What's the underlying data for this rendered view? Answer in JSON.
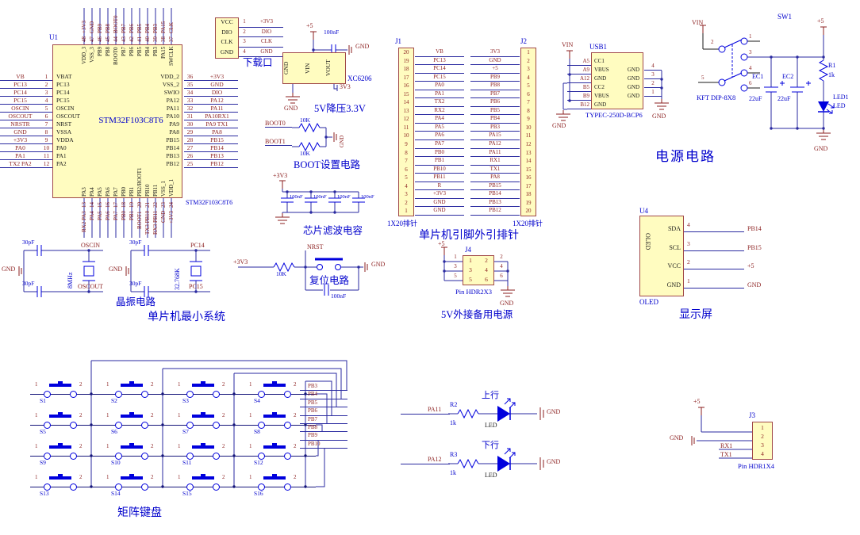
{
  "colors": {
    "wire": "#2a2aa0",
    "net_label": "#8b1f1f",
    "designator_blue": "#0000cc",
    "component_fill": "#fffcc0",
    "symbol_blue": "#0000dd"
  },
  "mcu": {
    "designator": "U1",
    "center_label": "STM32F103C8T6",
    "part_label": "STM32F103C8T6",
    "left_pins": [
      {
        "net": "VB",
        "num": "1",
        "name": "VBAT"
      },
      {
        "net": "PC13",
        "num": "2",
        "name": "PC13"
      },
      {
        "net": "PC14",
        "num": "3",
        "name": "PC14"
      },
      {
        "net": "PC15",
        "num": "4",
        "name": "PC15"
      },
      {
        "net": "OSCIN",
        "num": "5",
        "name": "OSCIN"
      },
      {
        "net": "OSCOUT",
        "num": "6",
        "name": "OSCOUT"
      },
      {
        "net": "NRSTR",
        "num": "7",
        "name": "NRST"
      },
      {
        "net": "GND",
        "num": "8",
        "name": "VSSA"
      },
      {
        "net": "+3V3",
        "num": "9",
        "name": "VDDA"
      },
      {
        "net": "PA0",
        "num": "10",
        "name": "PA0"
      },
      {
        "net": "PA1",
        "num": "11",
        "name": "PA1"
      },
      {
        "net": "TX2 PA2",
        "num": "12",
        "name": "PA2"
      }
    ],
    "top_pins": [
      {
        "net": "+3V3",
        "num": "48",
        "name": "VDD_3"
      },
      {
        "net": "GND",
        "num": "47",
        "name": "VSS_3"
      },
      {
        "net": "PB9",
        "num": "46",
        "name": "PB9"
      },
      {
        "net": "PB8",
        "num": "45",
        "name": "PB8"
      },
      {
        "net": "BOOT0",
        "num": "44",
        "name": "BOOT0"
      },
      {
        "net": "PB7",
        "num": "43",
        "name": "PB7"
      },
      {
        "net": "PB6",
        "num": "42",
        "name": "PB6"
      },
      {
        "net": "PB5",
        "num": "41",
        "name": "PB5"
      },
      {
        "net": "PB4",
        "num": "40",
        "name": "PB4"
      },
      {
        "net": "PB3",
        "num": "39",
        "name": "PB3"
      },
      {
        "net": "PA15",
        "num": "38",
        "name": "PA15"
      },
      {
        "net": "CLK",
        "num": "37",
        "name": "SWCLK"
      }
    ],
    "right_pins": [
      {
        "num": "36",
        "net": "+3V3",
        "name": "VDD_2"
      },
      {
        "num": "35",
        "net": "GND",
        "name": "VSS_2"
      },
      {
        "num": "34",
        "net": "DIO",
        "name": "SWIO"
      },
      {
        "num": "33",
        "net": "PA12",
        "name": "PA12"
      },
      {
        "num": "32",
        "net": "PA11",
        "name": "PA11"
      },
      {
        "num": "31",
        "net": "PA10RX1",
        "name": "PA10"
      },
      {
        "num": "30",
        "net": "PA9 TX1",
        "name": "PA9"
      },
      {
        "num": "29",
        "net": "PA8",
        "name": "PA8"
      },
      {
        "num": "28",
        "net": "PB15",
        "name": "PB15"
      },
      {
        "num": "27",
        "net": "PB14",
        "name": "PB14"
      },
      {
        "num": "26",
        "net": "PB13",
        "name": "PB13"
      },
      {
        "num": "25",
        "net": "PB12",
        "name": "PB12"
      }
    ],
    "bottom_pins": [
      {
        "net": "RX2 PA3",
        "num": "13",
        "name": "PA3"
      },
      {
        "net": "PA4",
        "num": "14",
        "name": "PA4"
      },
      {
        "net": "PA5",
        "num": "15",
        "name": "PA5"
      },
      {
        "net": "PA6",
        "num": "16",
        "name": "PA6"
      },
      {
        "net": "PA7",
        "num": "17",
        "name": "PA7"
      },
      {
        "net": "PB0",
        "num": "18",
        "name": "PB0"
      },
      {
        "net": "PB1",
        "num": "19",
        "name": "PB1"
      },
      {
        "net": "BOOT1",
        "num": "20",
        "name": "PB2/BOOT1"
      },
      {
        "net": "TX3 PB10",
        "num": "21",
        "name": "PB10"
      },
      {
        "net": "RX3 PB11",
        "num": "22",
        "name": "PB11"
      },
      {
        "net": "GND",
        "num": "23",
        "name": "VSS_1"
      },
      {
        "net": "+3V3",
        "num": "24",
        "name": "VDD_1"
      }
    ]
  },
  "download": {
    "title": "下载口",
    "pins": [
      {
        "name": "VCC",
        "num": "1",
        "net": "+3V3"
      },
      {
        "name": "DIO",
        "num": "2",
        "net": "DIO"
      },
      {
        "name": "CLK",
        "num": "3",
        "net": "CLK"
      },
      {
        "name": "GND",
        "num": "4",
        "net": "GND"
      }
    ]
  },
  "regulator": {
    "p5": "+5",
    "cap": "100nF",
    "gnd_top": "GND",
    "box_pins": [
      "GND",
      "VIN",
      "VOUT"
    ],
    "part": "XC6206",
    "out": "3V3",
    "gnd_bottom": "GND",
    "label": "5V降压3.3V"
  },
  "boot": {
    "rows": [
      {
        "net": "BOOT0",
        "val": "10K"
      },
      {
        "net": "BOOT1",
        "val": "10K"
      }
    ],
    "gnd": "GND",
    "label": "BOOT设置电路"
  },
  "filter": {
    "p33": "+3V3",
    "caps": [
      "100nF",
      "100nF",
      "100nF",
      "100nF"
    ],
    "label": "芯片滤波电容"
  },
  "xtal1": {
    "cap_top": "30pF",
    "cap_bot": "30pF",
    "gnd": "GND",
    "freq": "8MHz",
    "net_top": "OSCIN",
    "net_bot": "OSCOUT",
    "label": "晶振电路"
  },
  "xtal2": {
    "cap_top": "30pF",
    "cap_bot": "30pF",
    "gnd": "GND",
    "freq": "32.768K",
    "net_top": "PC14",
    "net_bot": "PC15"
  },
  "minsys_label": "单片机最小系统",
  "reset": {
    "p33": "+3V3",
    "r": "10K",
    "net": "NRST",
    "cap": "100nF",
    "gnd": "GND",
    "label": "复位电路"
  },
  "j1": {
    "designator": "J1",
    "type": "1X20排针",
    "pins": [
      {
        "num": "20",
        "net": "VB"
      },
      {
        "num": "19",
        "net": "PC13"
      },
      {
        "num": "18",
        "net": "PC14"
      },
      {
        "num": "17",
        "net": "PC15"
      },
      {
        "num": "16",
        "net": "PA0"
      },
      {
        "num": "15",
        "net": "PA1"
      },
      {
        "num": "14",
        "net": "TX2"
      },
      {
        "num": "13",
        "net": "RX2"
      },
      {
        "num": "12",
        "net": "PA4"
      },
      {
        "num": "11",
        "net": "PA5"
      },
      {
        "num": "10",
        "net": "PA6"
      },
      {
        "num": "9",
        "net": "PA7"
      },
      {
        "num": "8",
        "net": "PB0"
      },
      {
        "num": "7",
        "net": "PB1"
      },
      {
        "num": "6",
        "net": "PB10"
      },
      {
        "num": "5",
        "net": "PB11"
      },
      {
        "num": "4",
        "net": "R"
      },
      {
        "num": "3",
        "net": "+3V3"
      },
      {
        "num": "2",
        "net": "GND"
      },
      {
        "num": "1",
        "net": "GND"
      }
    ]
  },
  "j2": {
    "designator": "J2",
    "type": "1X20排针",
    "pins": [
      {
        "num": "1",
        "net": "3V3"
      },
      {
        "num": "2",
        "net": "GND"
      },
      {
        "num": "3",
        "net": "+5"
      },
      {
        "num": "4",
        "net": "PB9"
      },
      {
        "num": "5",
        "net": "PB8"
      },
      {
        "num": "6",
        "net": "PB7"
      },
      {
        "num": "7",
        "net": "PB6"
      },
      {
        "num": "8",
        "net": "PB5"
      },
      {
        "num": "9",
        "net": "PB4"
      },
      {
        "num": "10",
        "net": "PB3"
      },
      {
        "num": "11",
        "net": "PA15"
      },
      {
        "num": "12",
        "net": "PA12"
      },
      {
        "num": "13",
        "net": "PA11"
      },
      {
        "num": "14",
        "net": "RX1"
      },
      {
        "num": "15",
        "net": "TX1"
      },
      {
        "num": "16",
        "net": "PA8"
      },
      {
        "num": "17",
        "net": "PB15"
      },
      {
        "num": "18",
        "net": "PB14"
      },
      {
        "num": "19",
        "net": "PB13"
      },
      {
        "num": "20",
        "net": "PB12"
      }
    ]
  },
  "headers_label": "单片机引脚外引排针",
  "j4": {
    "designator": "J4",
    "p5": "+5",
    "gnd": "GND",
    "type": "Pin HDR2X3",
    "label": "5V外接备用电源",
    "cells": [
      "1",
      "2",
      "3",
      "4",
      "5",
      "6"
    ],
    "left_nums": [
      "1",
      "3",
      "5"
    ],
    "right_nums": [
      "2",
      "4",
      "6"
    ]
  },
  "usb": {
    "designator": "USB1",
    "vin": "VIN",
    "part": "TYPEC-250D-BCP6",
    "gnd_left": "GND",
    "gnd_right": "GND",
    "left_pins": [
      {
        "pad": "A5",
        "name": "CC1"
      },
      {
        "pad": "A9",
        "name": "VBUS"
      },
      {
        "pad": "A12",
        "name": "GND"
      },
      {
        "pad": "B5",
        "name": "CC2"
      },
      {
        "pad": "B9",
        "name": "VBUS"
      },
      {
        "pad": "B12",
        "name": "GND"
      }
    ],
    "right_pins": [
      {
        "num": "4",
        "name": "GND"
      },
      {
        "num": "3",
        "name": "GND"
      },
      {
        "num": "2",
        "name": "GND"
      },
      {
        "num": "1",
        "name": "GND"
      }
    ]
  },
  "sw": {
    "designator": "SW1",
    "part": "KFT DIP-8X8",
    "vin": "VIN",
    "nums": [
      "1",
      "2",
      "3",
      "4",
      "5",
      "6"
    ]
  },
  "power": {
    "p5": "+5",
    "ec1": "EC1",
    "ec1v": "22uF",
    "ec2": "EC2",
    "ec2v": "22uF",
    "r1": "R1",
    "r1v": "1k",
    "led": "LED1",
    "led_name": "LED",
    "gnd": "GND",
    "label": "电源电路"
  },
  "oled": {
    "designator": "U4",
    "inner": "OLED",
    "part": "OLED",
    "label": "显示屏",
    "pins": [
      {
        "name": "SDA",
        "num": "4",
        "net": "PB14"
      },
      {
        "name": "SCL",
        "num": "3",
        "net": "PB15"
      },
      {
        "name": "VCC",
        "num": "2",
        "net": "+5"
      },
      {
        "name": "GND",
        "num": "1",
        "net": "GND"
      }
    ]
  },
  "keyboard": {
    "label": "矩阵键盘",
    "nets": [
      "PB3",
      "PB4",
      "PB5",
      "PB6",
      "PB7",
      "PB8",
      "PB9",
      "PB10"
    ],
    "buttons": [
      {
        "id": "S1",
        "p1": "1",
        "p2": "2"
      },
      {
        "id": "S2",
        "p1": "1",
        "p2": "2"
      },
      {
        "id": "S3",
        "p1": "1",
        "p2": "2"
      },
      {
        "id": "S4",
        "p1": "1",
        "p2": "2"
      },
      {
        "id": "S5",
        "p1": "1",
        "p2": "2"
      },
      {
        "id": "S6",
        "p1": "1",
        "p2": "2"
      },
      {
        "id": "S7",
        "p1": "1",
        "p2": "2"
      },
      {
        "id": "S8",
        "p1": "1",
        "p2": "2"
      },
      {
        "id": "S9",
        "p1": "1",
        "p2": "2"
      },
      {
        "id": "S10",
        "p1": "1",
        "p2": "2"
      },
      {
        "id": "S11",
        "p1": "1",
        "p2": "2"
      },
      {
        "id": "S12",
        "p1": "1",
        "p2": "2"
      },
      {
        "id": "S13",
        "p1": "1",
        "p2": "2"
      },
      {
        "id": "S14",
        "p1": "1",
        "p2": "2"
      },
      {
        "id": "S15",
        "p1": "1",
        "p2": "2"
      },
      {
        "id": "S16",
        "p1": "1",
        "p2": "2"
      }
    ]
  },
  "ledrows": [
    {
      "dir": "上行",
      "net": "PA11",
      "ref": "R2",
      "val": "1k",
      "name": "LED",
      "gnd": "GND"
    },
    {
      "dir": "下行",
      "net": "PA12",
      "ref": "R3",
      "val": "1k",
      "name": "LED",
      "gnd": "GND"
    }
  ],
  "j3": {
    "designator": "J3",
    "p5": "+5",
    "gnd": "GND",
    "rx": "RX1",
    "tx": "TX1",
    "type": "Pin HDR1X4",
    "nums": [
      "1",
      "2",
      "3",
      "4"
    ]
  }
}
